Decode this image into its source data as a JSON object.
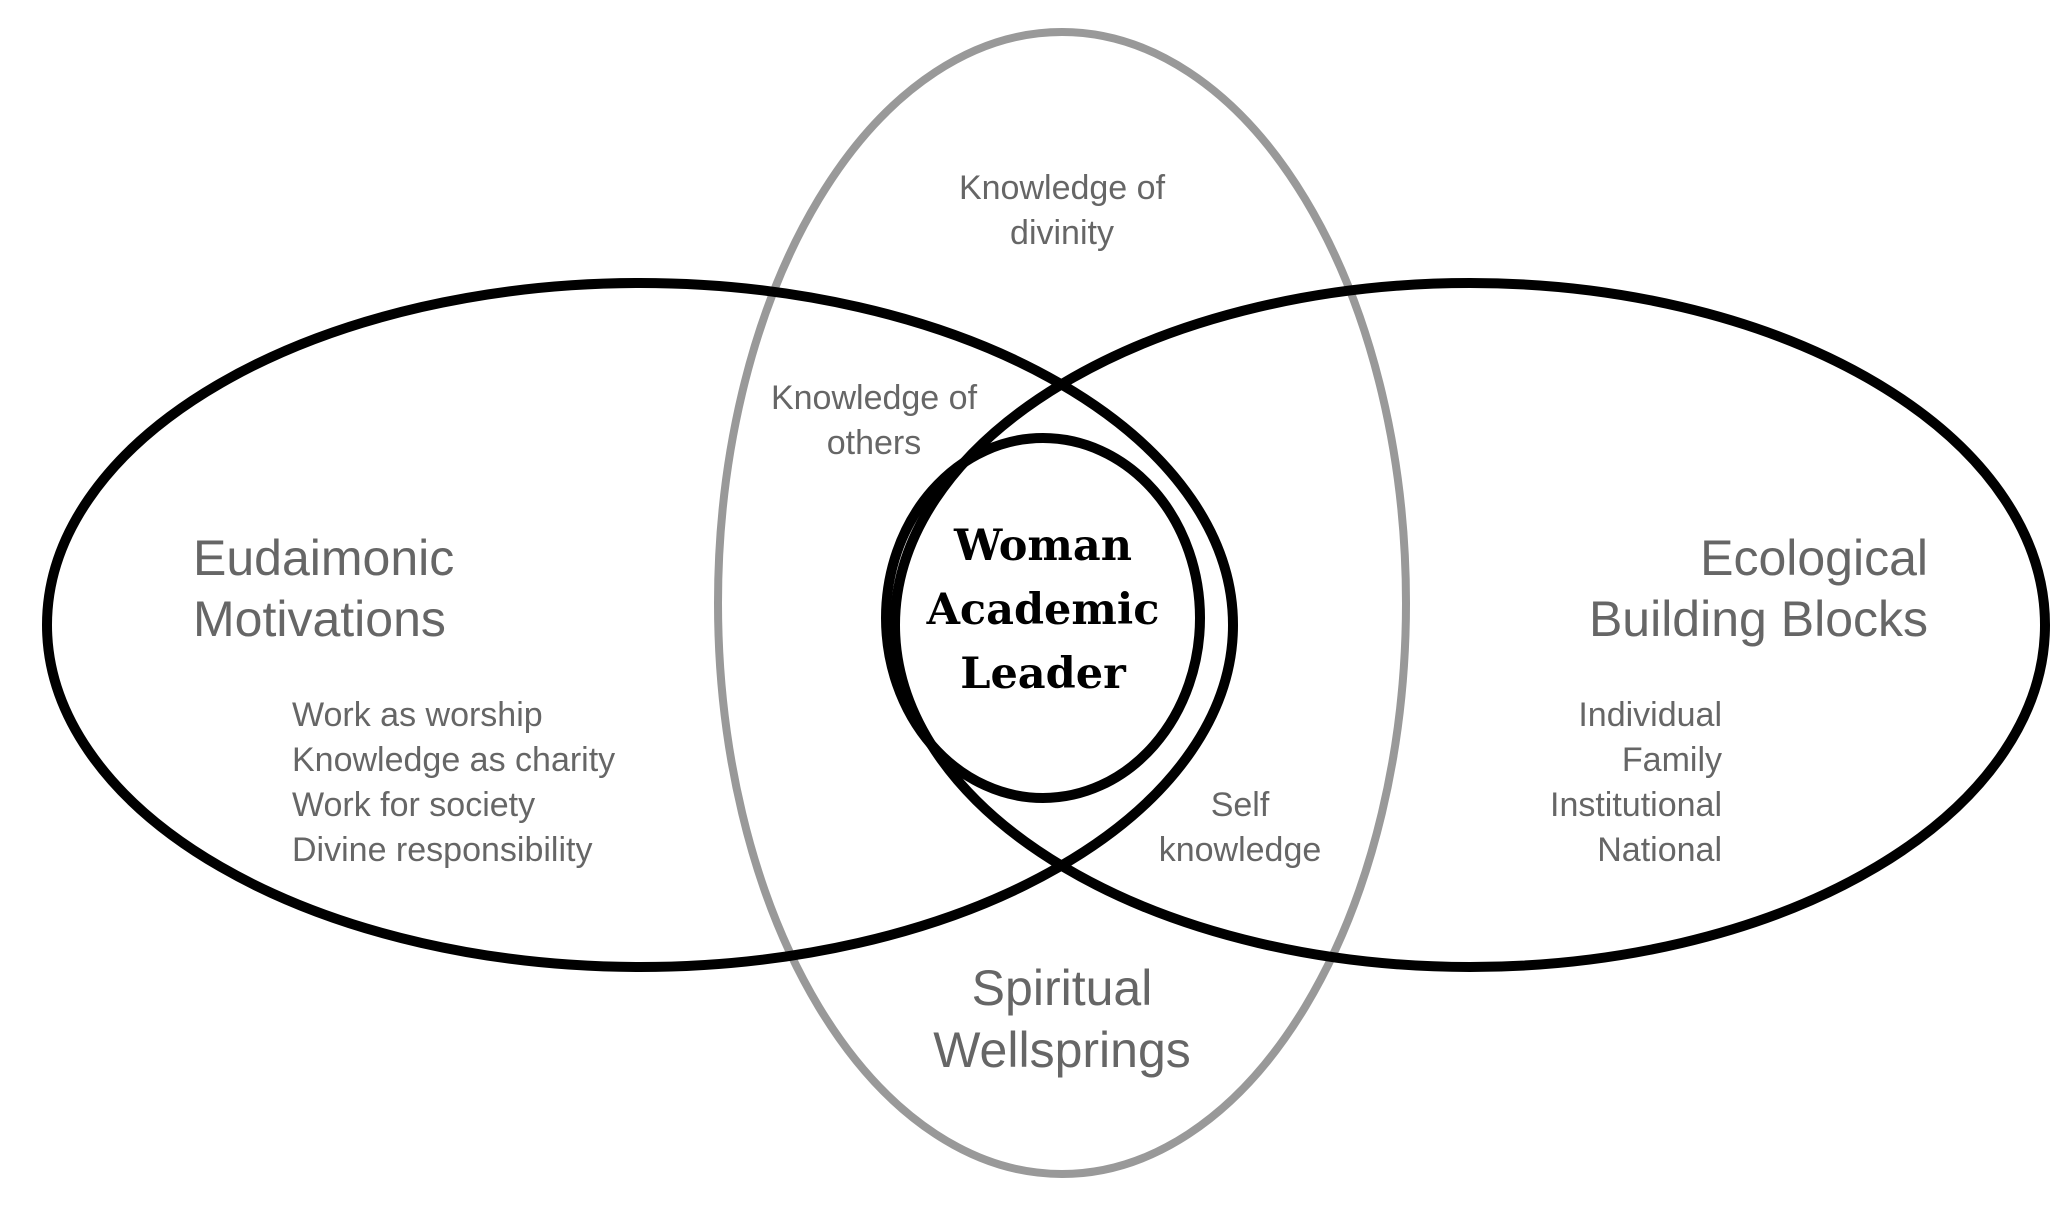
{
  "center": {
    "lines": [
      "Woman",
      "Academic",
      "Leader"
    ]
  },
  "left_circle": {
    "title": [
      "Eudaimonic",
      "Motivations"
    ],
    "items": [
      "Work as worship",
      "Knowledge as charity",
      "Work for society",
      "Divine responsibility"
    ]
  },
  "right_circle": {
    "title": [
      "Ecological",
      "Building Blocks"
    ],
    "items": [
      "Individual",
      "Family",
      "Institutional",
      "National"
    ]
  },
  "vertical_circle": {
    "title": [
      "Spiritual",
      "Wellsprings"
    ]
  },
  "intersections": {
    "top": [
      "Knowledge of",
      "divinity"
    ],
    "upper_left": [
      "Knowledge of",
      "others"
    ],
    "lower_right": [
      "Self",
      "knowledge"
    ]
  },
  "colors": {
    "outline_dark": "#000000",
    "outline_gray": "#999999",
    "text_gray": "#666666"
  }
}
